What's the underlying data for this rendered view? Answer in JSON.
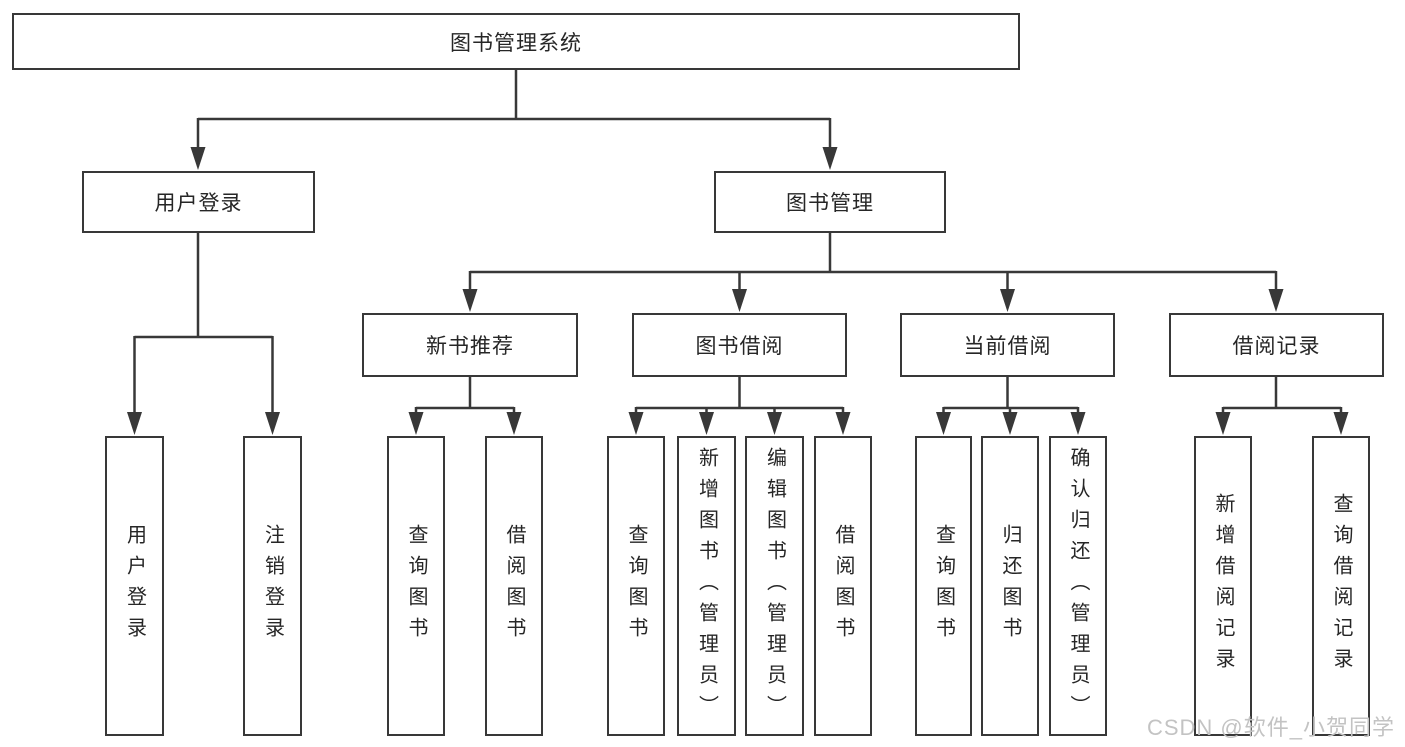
{
  "diagram": {
    "title": "图书管理系统",
    "colors": {
      "line": "#383838",
      "box_border": "#383838",
      "box_fill": "#ffffff",
      "text": "#262626",
      "watermark": "#c3c3c3"
    },
    "nodes": {
      "root": "图书管理系统",
      "l2": [
        "用户登录",
        "图书管理"
      ],
      "l3": [
        "新书推荐",
        "图书借阅",
        "当前借阅",
        "借阅记录"
      ],
      "l4": [
        "用户登录",
        "注销登录",
        "查询图书",
        "借阅图书",
        "查询图书",
        "新增图书（管理员）",
        "编辑图书（管理员）",
        "借阅图书",
        "查询图书",
        "归还图书",
        "确认归还（管理员）",
        "新增借阅记录",
        "查询借阅记录"
      ]
    },
    "watermark": "CSDN @软件_小贺同学"
  }
}
